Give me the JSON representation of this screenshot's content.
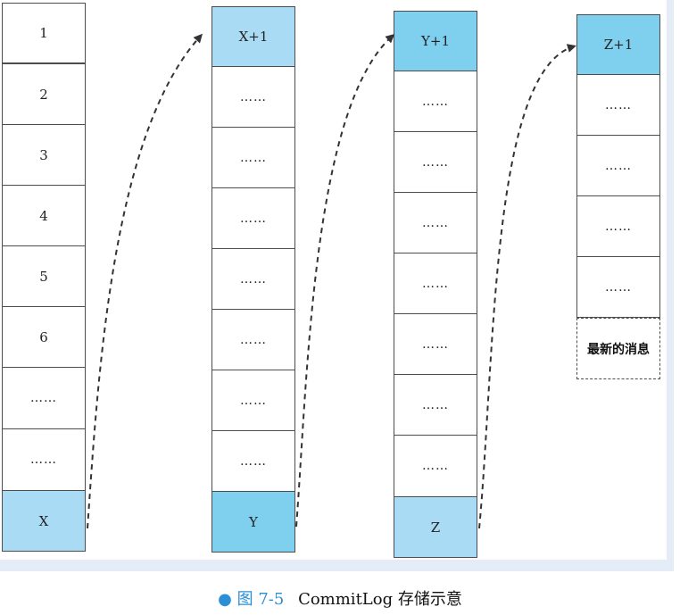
{
  "columns": [
    {
      "cells": [
        {
          "label": "1",
          "style": "normal"
        },
        {
          "label": "2",
          "style": "normal"
        },
        {
          "label": "3",
          "style": "normal"
        },
        {
          "label": "4",
          "style": "normal"
        },
        {
          "label": "5",
          "style": "normal"
        },
        {
          "label": "6",
          "style": "normal"
        },
        {
          "label": "……",
          "style": "normal"
        },
        {
          "label": "……",
          "style": "normal"
        },
        {
          "label": "X",
          "style": "highlight"
        }
      ]
    },
    {
      "cells": [
        {
          "label": "X+1",
          "style": "highlight"
        },
        {
          "label": "……",
          "style": "normal"
        },
        {
          "label": "……",
          "style": "normal"
        },
        {
          "label": "……",
          "style": "normal"
        },
        {
          "label": "……",
          "style": "normal"
        },
        {
          "label": "……",
          "style": "normal"
        },
        {
          "label": "……",
          "style": "normal"
        },
        {
          "label": "……",
          "style": "normal"
        },
        {
          "label": "Y",
          "style": "highlight"
        }
      ]
    },
    {
      "cells": [
        {
          "label": "Y+1",
          "style": "highlight"
        },
        {
          "label": "……",
          "style": "normal"
        },
        {
          "label": "……",
          "style": "normal"
        },
        {
          "label": "……",
          "style": "normal"
        },
        {
          "label": "……",
          "style": "normal"
        },
        {
          "label": "……",
          "style": "normal"
        },
        {
          "label": "……",
          "style": "normal"
        },
        {
          "label": "……",
          "style": "normal"
        },
        {
          "label": "Z",
          "style": "highlight"
        }
      ]
    },
    {
      "cells": [
        {
          "label": "Z+1",
          "style": "highlight"
        },
        {
          "label": "……",
          "style": "normal"
        },
        {
          "label": "……",
          "style": "normal"
        },
        {
          "label": "……",
          "style": "normal"
        },
        {
          "label": "……",
          "style": "normal"
        },
        {
          "label": "最新的消息",
          "style": "newest"
        }
      ]
    }
  ],
  "caption": {
    "bullet": "●",
    "figure_number": "图 7-5",
    "text": "CommitLog 存储示意"
  },
  "colors": {
    "highlight_light": "#a9dcf4",
    "highlight_mid": "#7fcfee",
    "accent": "#2a8fd6",
    "border": "#4d4d4d"
  }
}
